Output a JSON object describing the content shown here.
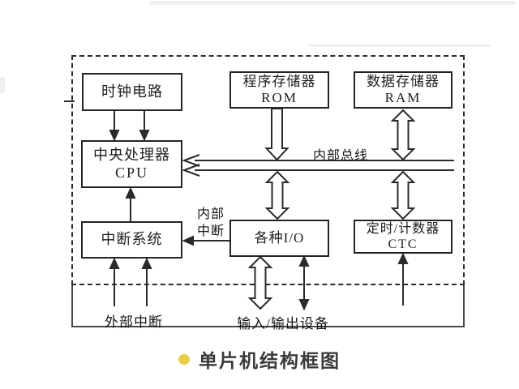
{
  "diagram": {
    "title_caption": "单片机结构框图",
    "boxes": {
      "clock": {
        "line1": "时钟电路"
      },
      "rom": {
        "line1": "程序存储器",
        "line2": "ROM"
      },
      "ram": {
        "line1": "数据存储器",
        "line2": "RAM"
      },
      "cpu": {
        "line1": "中央处理器",
        "line2": "CPU"
      },
      "interrupt": {
        "line1": "中断系统"
      },
      "io": {
        "line1": "各种I/O"
      },
      "ctc": {
        "line1": "定时/计数器",
        "line2": "CTC"
      }
    },
    "labels": {
      "internal_bus": "内部总线",
      "internal_interrupt_line1": "内部",
      "internal_interrupt_line2": "中断",
      "external_interrupt": "外部中断",
      "io_devices": "输入/输出设备"
    },
    "colors": {
      "line": "#2b2b2b",
      "box_border": "#242424",
      "background": "#ffffff",
      "caption_bullet": "#e6cf45",
      "caption_text": "#3a3a3a"
    }
  }
}
